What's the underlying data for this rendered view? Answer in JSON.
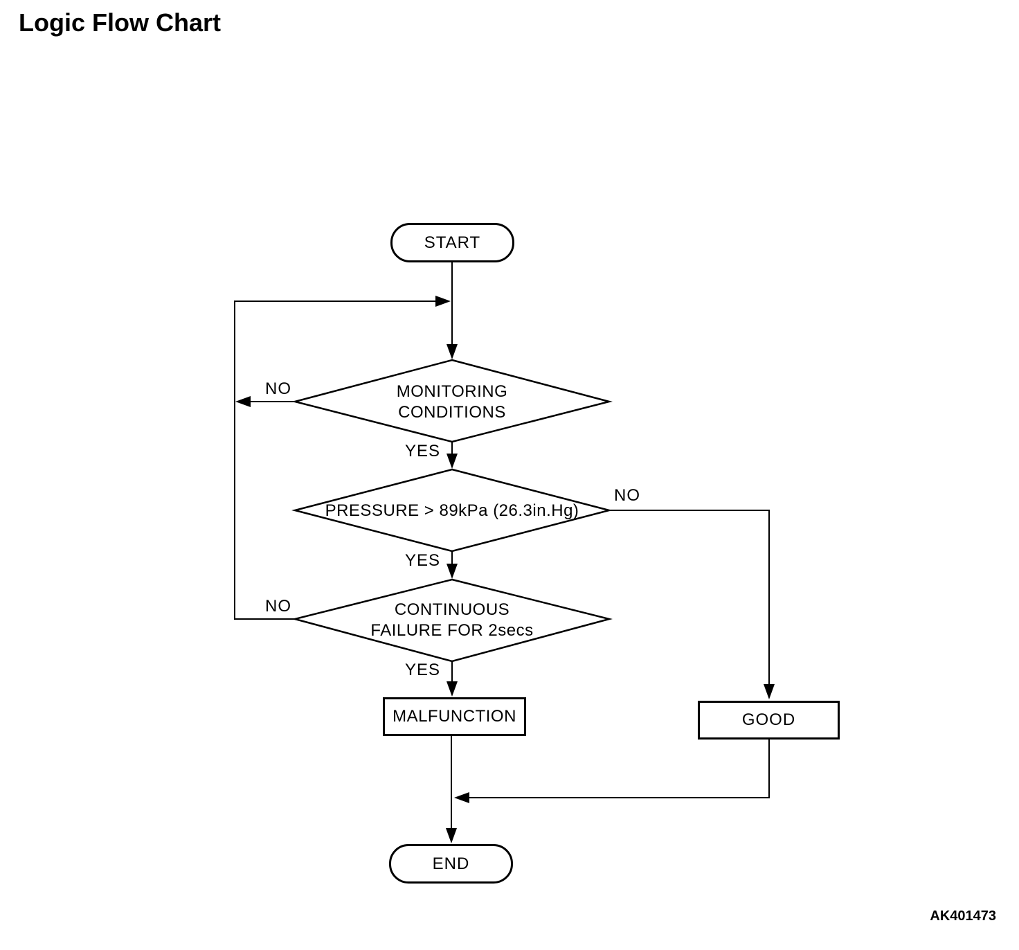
{
  "page": {
    "title": "Logic Flow Chart",
    "figure_code": "AK401473",
    "background_color": "#ffffff",
    "line_color": "#000000"
  },
  "flowchart": {
    "nodes": {
      "start": {
        "type": "terminator",
        "label": "START"
      },
      "decision_monitoring": {
        "type": "decision",
        "label": "MONITORING\nCONDITIONS"
      },
      "decision_pressure": {
        "type": "decision",
        "label": "PRESSURE > 89kPa (26.3in.Hg)"
      },
      "decision_continuous": {
        "type": "decision",
        "label": "CONTINUOUS\nFAILURE FOR 2secs"
      },
      "malfunction": {
        "type": "process",
        "label": "MALFUNCTION"
      },
      "good": {
        "type": "process",
        "label": "GOOD"
      },
      "end": {
        "type": "terminator",
        "label": "END"
      }
    },
    "branch_labels": {
      "monitoring_no": "NO",
      "monitoring_yes": "YES",
      "pressure_no": "NO",
      "pressure_yes": "YES",
      "continuous_no": "NO",
      "continuous_yes": "YES"
    },
    "edges": [
      "START -> MONITORING CONDITIONS",
      "MONITORING CONDITIONS -NO-> loop back to line below START",
      "MONITORING CONDITIONS -YES-> PRESSURE > 89kPa (26.3in.Hg)",
      "PRESSURE > 89kPa (26.3in.Hg) -NO-> GOOD",
      "PRESSURE > 89kPa (26.3in.Hg) -YES-> CONTINUOUS FAILURE FOR 2secs",
      "CONTINUOUS FAILURE FOR 2secs -NO-> loop back to line below START",
      "CONTINUOUS FAILURE FOR 2secs -YES-> MALFUNCTION",
      "MALFUNCTION -> END",
      "GOOD -> END"
    ]
  }
}
